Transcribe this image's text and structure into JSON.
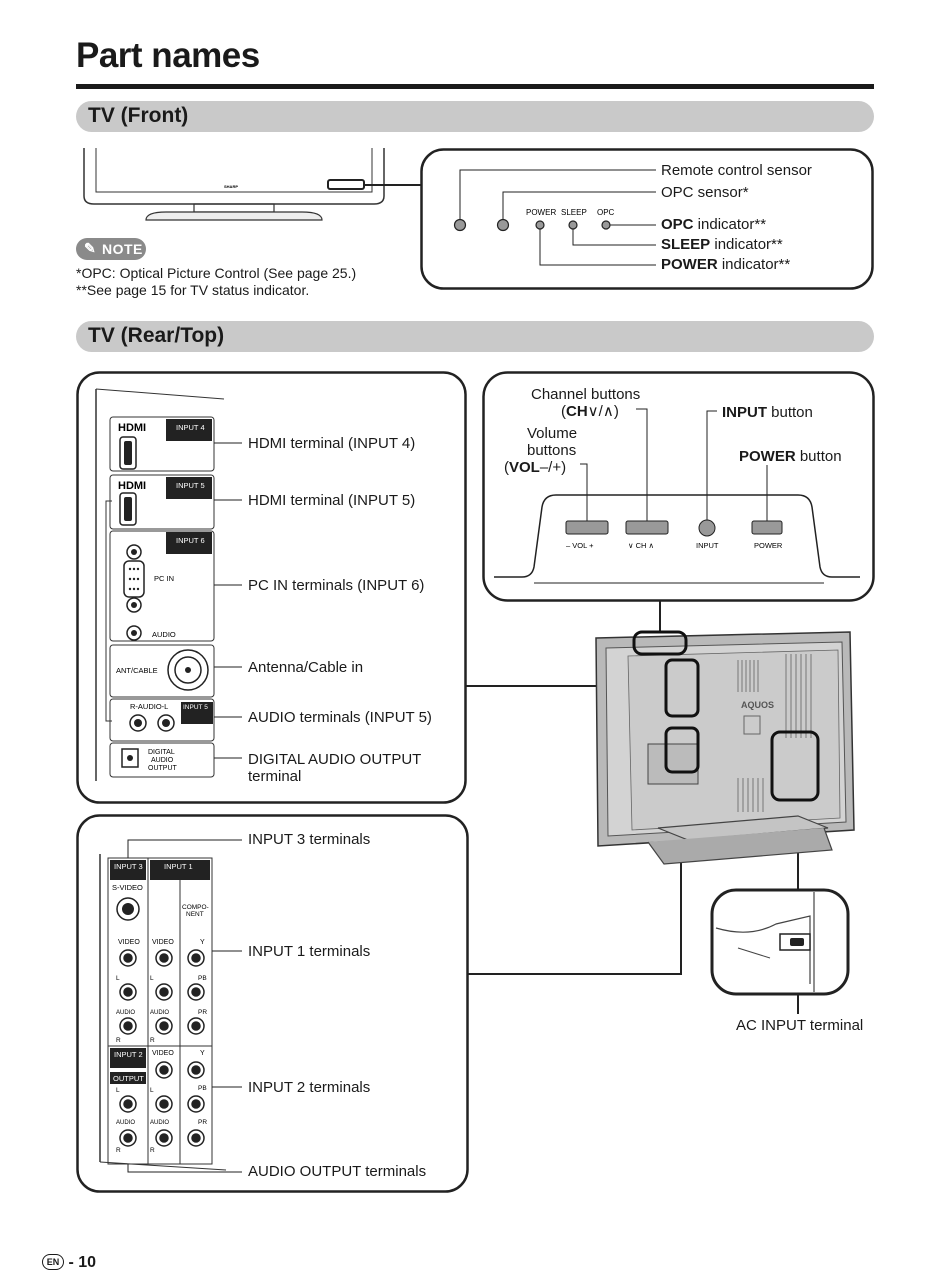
{
  "page": {
    "title": "Part names",
    "page_lang": "EN",
    "page_sep": "-",
    "page_number": "10"
  },
  "front": {
    "heading": "TV (Front)",
    "tv_brand": "SHARP",
    "indicators": {
      "power": "POWER",
      "sleep": "SLEEP",
      "opc": "OPC"
    },
    "callouts": {
      "remote_sensor": "Remote control sensor",
      "opc_sensor": "OPC sensor*",
      "opc_indicator_b": "OPC",
      "opc_indicator_t": " indicator**",
      "sleep_indicator_b": "SLEEP",
      "sleep_indicator_t": " indicator**",
      "power_indicator_b": "POWER",
      "power_indicator_t": " indicator**"
    },
    "note_label": "NOTE",
    "note_icon": "pencil-icon",
    "notes": [
      "*OPC: Optical Picture Control (See page 25.)",
      "**See page 15 for TV status indicator."
    ]
  },
  "rear": {
    "heading": "TV (Rear/Top)",
    "panel1": {
      "hdmi": "HDMI",
      "input4": "INPUT 4",
      "input5": "INPUT 5",
      "input6": "INPUT 6",
      "pc_in": "PC IN",
      "audio": "AUDIO",
      "ant_cable": "ANT/CABLE",
      "r_audio_l": "R-AUDIO-L",
      "input5b": "INPUT 5",
      "digital": "DIGITAL",
      "digital2": "AUDIO",
      "digital3": "OUTPUT",
      "callouts": [
        "HDMI terminal (INPUT 4)",
        "HDMI terminal (INPUT 5)",
        "PC IN terminals (INPUT 6)",
        "Antenna/Cable in",
        "AUDIO terminals (INPUT 5)",
        "DIGITAL AUDIO OUTPUT",
        "terminal"
      ]
    },
    "top_panel": {
      "channel_buttons": "Channel buttons",
      "channel_buttons2_b": "CH",
      "channel_symbols": "∨/∧",
      "volume_1": "Volume",
      "volume_2": "buttons",
      "volume_3_b": "VOL",
      "volume_symbols": "–/+",
      "input_b": "INPUT",
      "input_t": " button",
      "power_b": "POWER",
      "power_t": " button",
      "btn_vol": "–  VOL  +",
      "btn_ch": "∨  CH  ∧",
      "btn_input": "INPUT",
      "btn_power": "POWER"
    },
    "tv_back_logo": "AQUOS",
    "ac_input": "AC INPUT terminal",
    "panel2": {
      "input3": "INPUT 3",
      "input1": "INPUT 1",
      "input2": "INPUT 2",
      "output": "OUTPUT",
      "svideo": "S-VIDEO",
      "component": "COMPO-",
      "component2": "NENT",
      "video": "VIDEO",
      "y": "Y",
      "pb": "PB",
      "pr": "PR",
      "l": "L",
      "r": "R",
      "audio": "AUDIO",
      "callouts": [
        "INPUT 3 terminals",
        "INPUT 1 terminals",
        "INPUT 2 terminals",
        "AUDIO OUTPUT terminals"
      ]
    }
  }
}
